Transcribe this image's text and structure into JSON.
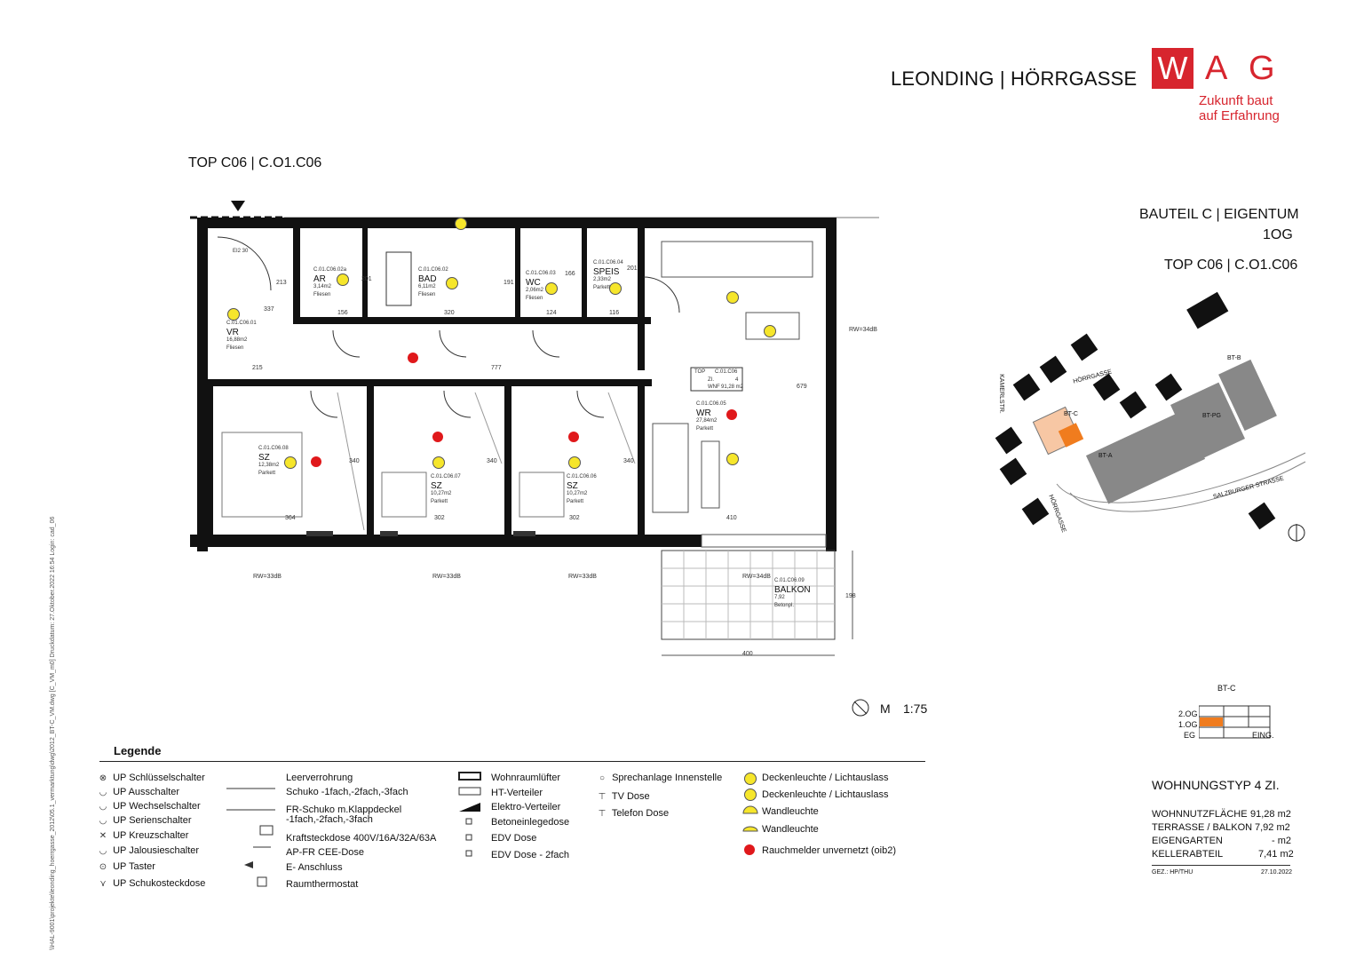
{
  "header": {
    "project_title": "LEONDING | HÖRRGASSE",
    "top_label": "TOP C06 | C.O1.C06",
    "bauteil": "BAUTEIL C | EIGENTUM",
    "floor": "1OG",
    "top_label_right": "TOP C06 | C.O1.C06"
  },
  "logo": {
    "letters": [
      "W",
      "A",
      "G"
    ],
    "tagline_1": "Zukunft baut",
    "tagline_2": "auf Erfahrung",
    "color": "#d7252e"
  },
  "side_note": "\\\\HAL-9001\\projekte\\leonding_hoerrgasse_2012\\05.1_vermarktung\\dwg\\2012_BT-C_VM.dwg [C_VM_m0]    Druckdatum: 27.Oktober.2022  16:54    Login: cad_06",
  "rooms": [
    {
      "id": "C.01.C06.01",
      "name": "VR",
      "area": "16,88m2",
      "floor": "Fliesen"
    },
    {
      "id": "C.01.C06.02a",
      "name": "AR",
      "area": "3,14m2",
      "floor": "Fliesen"
    },
    {
      "id": "C.01.C06.02",
      "name": "BAD",
      "area": "6,11m2",
      "floor": "Fliesen"
    },
    {
      "id": "C.01.C06.03",
      "name": "WC",
      "area": "2,06m2",
      "floor": "Fliesen"
    },
    {
      "id": "C.01.C06.04",
      "name": "SPEIS",
      "area": "2,33m2",
      "floor": "Parkett"
    },
    {
      "id": "C.01.C06.05",
      "name": "WR",
      "area": "27,84m2",
      "floor": "Parkett"
    },
    {
      "id": "C.01.C06.08",
      "name": "SZ",
      "area": "12,38m2",
      "floor": "Parkett"
    },
    {
      "id": "C.01.C06.07",
      "name": "SZ",
      "area": "10,27m2",
      "floor": "Parkett"
    },
    {
      "id": "C.01.C06.06",
      "name": "SZ",
      "area": "10,27m2",
      "floor": "Parkett"
    },
    {
      "id": "C.01.C06.09",
      "name": "BALKON",
      "area": "7,92",
      "floor": "Betonpl."
    }
  ],
  "dimensions": {
    "d215": "215",
    "d777": "777",
    "d156": "156",
    "d320": "320",
    "d124": "124",
    "d116": "116",
    "d364": "364",
    "d302a": "302",
    "d302b": "302",
    "d410": "410",
    "d400": "400",
    "d198": "198",
    "d679": "679",
    "d340a": "340",
    "d340b": "340",
    "d340c": "340",
    "d337": "337",
    "d213": "213",
    "d201a": "201",
    "d191": "191",
    "d166": "166",
    "d201b": "201"
  },
  "acoustic": {
    "rw33a": "RW=33dB",
    "rw33b": "RW=33dB",
    "rw33c": "RW=33dB",
    "rw34a": "RW=34dB",
    "rw34b": "RW=34dB"
  },
  "door_label": "EI2 30",
  "top_box": {
    "title": "TOP",
    "id": "C.01.C06",
    "zi_label": "ZI.",
    "zi_value": "4",
    "wnf_label": "WNF",
    "wnf_value": "91,28 m2"
  },
  "scale": {
    "label": "M",
    "value": "1:75"
  },
  "site": {
    "street_1": "HÖRRGASSE",
    "street_2": "SALZBURGER STRASSE",
    "street_3": "KAMERLSTR.",
    "street_4": "HÖRRGASSE",
    "bt_c": "BT-C",
    "bt_b": "BT-B",
    "bt_a": "BT-A",
    "bt_pg": "BT-PG"
  },
  "legend": {
    "title": "Legende",
    "col1": [
      "UP Schlüsselschalter",
      "UP Ausschalter",
      "UP Wechselschalter",
      "UP Serienschalter",
      "UP Kreuzschalter",
      "UP Jalousieschalter",
      "UP Taster",
      "UP Schukosteckdose"
    ],
    "col2": [
      "Leerverrohrung",
      "Schuko -1fach,-2fach,-3fach",
      "FR-Schuko m.Klappdeckel",
      "-1fach,-2fach,-3fach",
      "Kraftsteckdose 400V/16A/32A/63A",
      "AP-FR CEE-Dose",
      "E- Anschluss",
      "Raumthermostat"
    ],
    "col3": [
      "Wohnraumlüfter",
      "HT-Verteiler",
      "Elektro-Verteiler",
      "Betoneinlegedose",
      "EDV Dose",
      "EDV Dose - 2fach"
    ],
    "col4": [
      "Sprechanlage Innenstelle",
      "TV Dose",
      "Telefon Dose"
    ],
    "col5": [
      "Deckenleuchte /  Lichtauslass",
      "Deckenleuchte /  Lichtauslass",
      "Wandleuchte",
      "Wandleuchte",
      "Rauchmelder unvernetzt (oib2)"
    ]
  },
  "floor_indicator": {
    "title": "BT-C",
    "og2": "2.OG",
    "og1": "1.OG",
    "eg": "EG",
    "eing": "EING."
  },
  "summary": {
    "type": "WOHNUNGSTYP  4 ZI.",
    "rows": [
      {
        "label": "WOHNNUTZFLÄCHE",
        "value": "91,28 m2"
      },
      {
        "label": "TERRASSE / BALKON",
        "value": "7,92 m2"
      },
      {
        "label": "EIGENGARTEN",
        "value": "- m2"
      },
      {
        "label": "KELLERABTEIL",
        "value": "7,41 m2"
      }
    ],
    "gez": "GEZ.: HP/THU",
    "date": "27.10.2022"
  },
  "colors": {
    "accent": "#d7252e",
    "highlight": "#f07c1e",
    "light_orange": "#f7c7a4",
    "wall": "#111111"
  }
}
